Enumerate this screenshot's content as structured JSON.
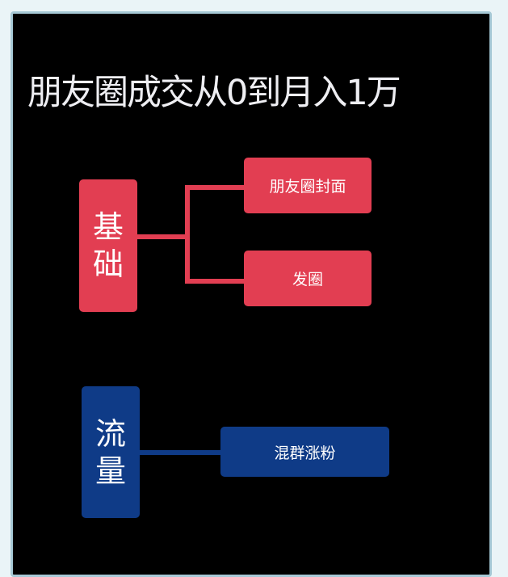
{
  "title": "朋友圈成交从0到月入1万",
  "colors": {
    "red": "#e23e52",
    "blue": "#0f3b87",
    "background": "#000000"
  },
  "groups": [
    {
      "label_chars": [
        "基",
        "础"
      ],
      "label": "基础",
      "children": [
        "朋友圈封面",
        "发圈"
      ]
    },
    {
      "label_chars": [
        "流",
        "量"
      ],
      "label": "流量",
      "children": [
        "混群涨粉"
      ]
    }
  ]
}
